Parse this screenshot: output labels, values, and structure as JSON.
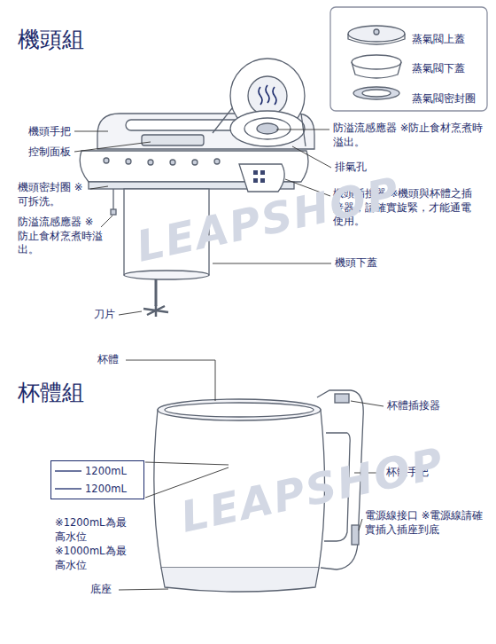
{
  "diagram": {
    "nodes": [
      {
        "text": [
          "蒸氣閥上蓋",
          "蒸氣閥下蓋",
          "蒸氣閥密封圈"
        ]
      },
      {
        "text": [
          "1200mL",
          "1200mL"
        ]
      }
    ],
    "labels": [
      "機頭組",
      "機頭手把",
      "控制面板",
      "機頭密封圈 ※可拆洗。",
      "防溢流感應器 ※防止食材烹煮時溢出。",
      "刀片",
      "防溢流感應器 ※防止食材烹煮時溢出。",
      "排氣孔",
      "機頭插接器 ※機頭與杯體之插接器，請確實旋緊，才能通電使用。",
      "機頭下蓋",
      "杯體",
      "杯體組",
      "杯體插接器",
      "杯體手把",
      "※1200mL為最高水位",
      "※1000mL為最高水位",
      "電源線接口 ※電源線請確實插入插座到底",
      "底座",
      "LEAPSHOP",
      "LEAPSHOP"
    ]
  }
}
